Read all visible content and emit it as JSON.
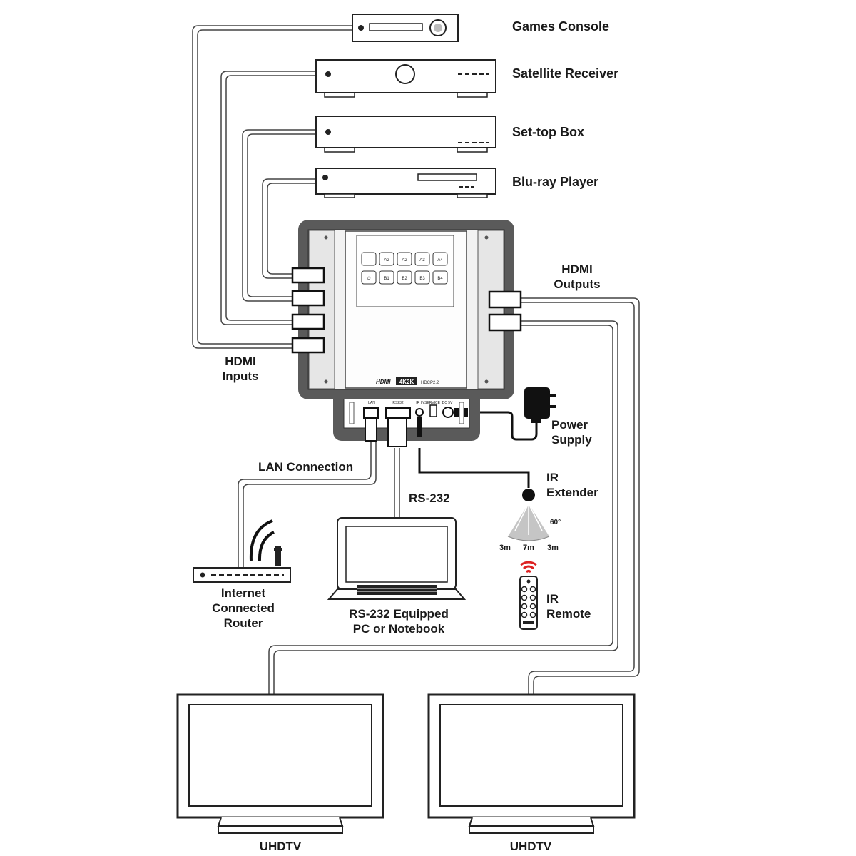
{
  "devices": {
    "games_console": "Games Console",
    "satellite_receiver": "Satellite Receiver",
    "set_top_box": "Set-top Box",
    "bluray_player": "Blu-ray Player"
  },
  "labels": {
    "hdmi_inputs": [
      "HDMI",
      "Inputs"
    ],
    "hdmi_outputs": [
      "HDMI",
      "Outputs"
    ],
    "power_supply": [
      "Power",
      "Supply"
    ],
    "lan_connection": "LAN Connection",
    "rs232": "RS-232",
    "ir_extender": [
      "IR",
      "Extender"
    ],
    "ir_remote": [
      "IR",
      "Remote"
    ],
    "router": [
      "Internet",
      "Connected",
      "Router"
    ],
    "pc": [
      "RS-232 Equipped",
      "PC or Notebook"
    ],
    "tv_left": "UHDTV",
    "tv_right": "UHDTV"
  },
  "ir_range": {
    "angle": "60°",
    "left": "3m",
    "center": "7m",
    "right": "3m"
  },
  "switcher": {
    "buttons_top": [
      "",
      "A2",
      "A2",
      "A3",
      "A4"
    ],
    "buttons_bottom": [
      "⏻",
      "B1",
      "B2",
      "B3",
      "B4"
    ],
    "logo_hdmi": "HDMI",
    "logo_4k": "4K2K",
    "logo_hdcp": "HDCP2.2",
    "port_labels": [
      "LAN",
      "RS232",
      "IR IN",
      "SERVICE",
      "DC 5V"
    ]
  }
}
